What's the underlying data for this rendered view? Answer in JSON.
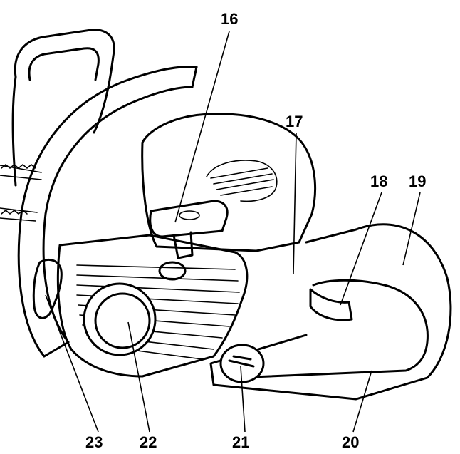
{
  "callouts": [
    {
      "id": "16",
      "label": "16"
    },
    {
      "id": "17",
      "label": "17"
    },
    {
      "id": "18",
      "label": "18"
    },
    {
      "id": "19",
      "label": "19"
    },
    {
      "id": "20",
      "label": "20"
    },
    {
      "id": "21",
      "label": "21"
    },
    {
      "id": "22",
      "label": "22"
    },
    {
      "id": "23",
      "label": "23"
    }
  ],
  "colors": {
    "ink": "#000000",
    "paper": "#ffffff"
  }
}
